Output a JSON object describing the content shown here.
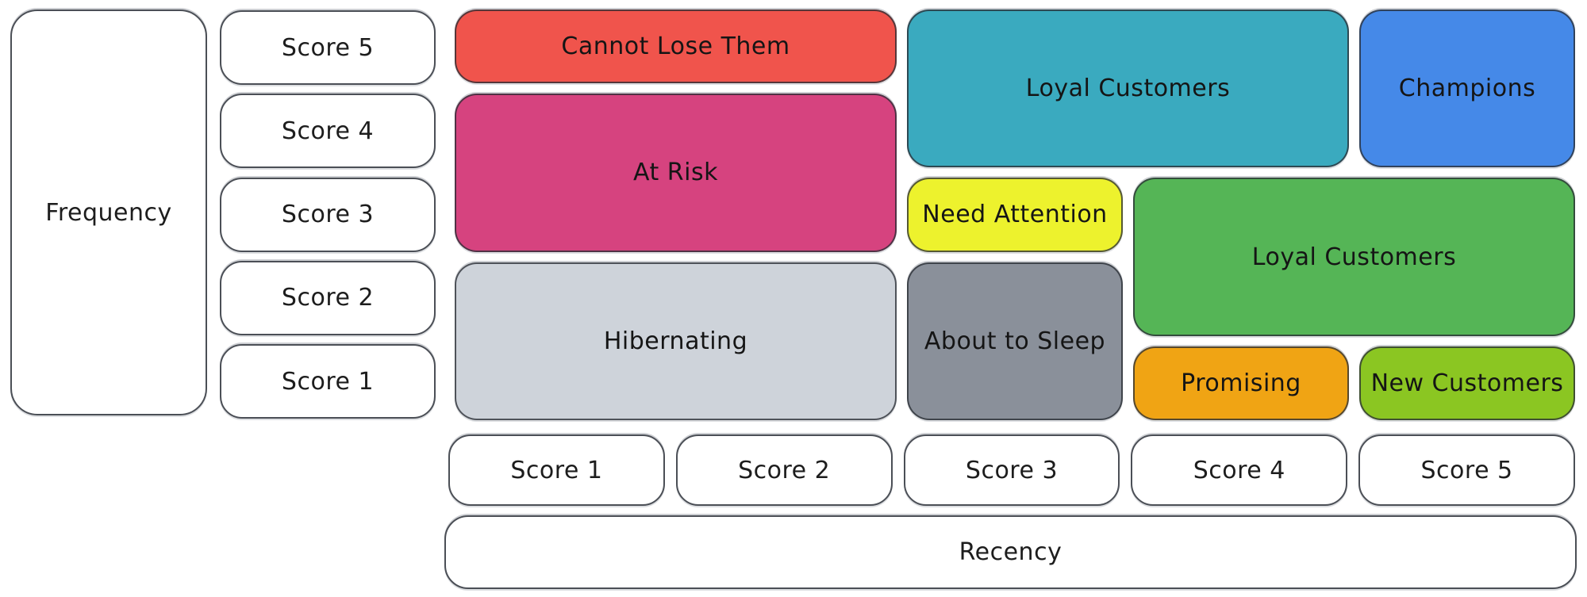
{
  "axes": {
    "frequency": {
      "label": "Frequency",
      "scores": [
        "Score 5",
        "Score 4",
        "Score 3",
        "Score 2",
        "Score 1"
      ]
    },
    "recency": {
      "label": "Recency",
      "scores": [
        "Score 1",
        "Score 2",
        "Score 3",
        "Score 4",
        "Score 5"
      ]
    }
  },
  "segments": [
    {
      "label": "Cannot Lose Them",
      "color": "#f0544c",
      "recency": [
        1,
        2
      ],
      "frequency": [
        5,
        5
      ]
    },
    {
      "label": "At Risk",
      "color": "#d6437f",
      "recency": [
        1,
        2
      ],
      "frequency": [
        3,
        4
      ]
    },
    {
      "label": "Hibernating",
      "color": "#ced3da",
      "recency": [
        1,
        2
      ],
      "frequency": [
        1,
        2
      ]
    },
    {
      "label": "Loyal Customers",
      "color": "#3aaabf",
      "recency": [
        3,
        4
      ],
      "frequency": [
        4,
        5
      ]
    },
    {
      "label": "Champions",
      "color": "#4589e8",
      "recency": [
        5,
        5
      ],
      "frequency": [
        4,
        5
      ]
    },
    {
      "label": "Need Attention",
      "color": "#edf22d",
      "recency": [
        3,
        3
      ],
      "frequency": [
        3,
        3
      ]
    },
    {
      "label": "Loyal Customers",
      "color": "#55b556",
      "recency": [
        4,
        5
      ],
      "frequency": [
        2,
        3
      ]
    },
    {
      "label": "About to Sleep",
      "color": "#8a909a",
      "recency": [
        3,
        3
      ],
      "frequency": [
        1,
        2
      ]
    },
    {
      "label": "Promising",
      "color": "#f0a414",
      "recency": [
        4,
        4
      ],
      "frequency": [
        1,
        1
      ]
    },
    {
      "label": "New Customers",
      "color": "#8bc622",
      "recency": [
        5,
        5
      ],
      "frequency": [
        1,
        1
      ]
    }
  ],
  "style_colors": {
    "background": "#ffffff",
    "stroke": "#4b4f56",
    "text": "#1d1d1d"
  }
}
